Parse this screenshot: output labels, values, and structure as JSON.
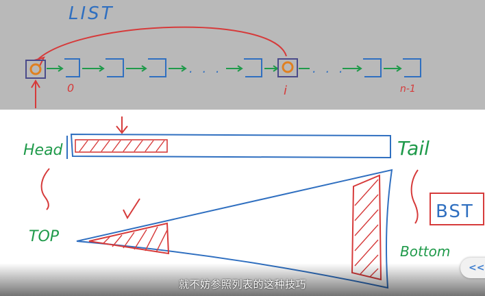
{
  "board": {
    "list_title": "LIST",
    "node_labels": {
      "first": "0",
      "middle": "i",
      "last": "n-1"
    },
    "dots": ". . .",
    "head_label": "Head",
    "tail_label": "Tail",
    "top_label": "TOP",
    "bottom_label": "Bottom",
    "bst_label": "BST"
  },
  "subtitle": {
    "text": "就不妨参照列表的这种技巧"
  },
  "controls": {
    "collapse_label": "<<"
  },
  "colors": {
    "chalk_gray": "#b9b9b9",
    "blue": "#2f6fc0",
    "green": "#1f9a4a",
    "red": "#d63a3a",
    "orange": "#e08020"
  }
}
